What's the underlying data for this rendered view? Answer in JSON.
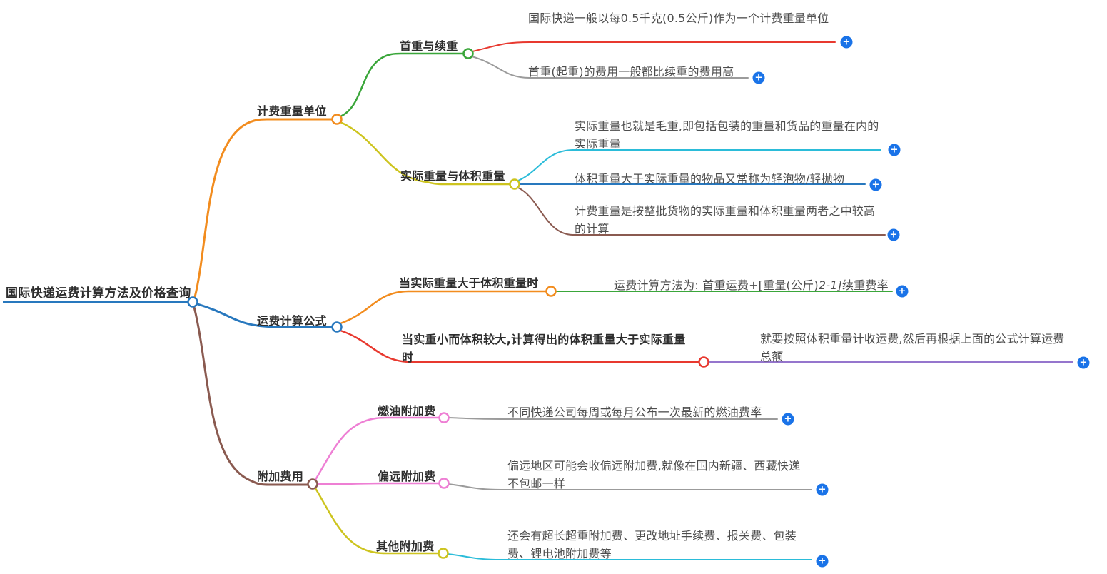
{
  "colors": {
    "blue": "#2878BE",
    "orange": "#F28C1E",
    "green": "#3AA63A",
    "red": "#E8392F",
    "gray": "#9B9B9B",
    "yellow": "#CDC41F",
    "cyan": "#2BBCD9",
    "brown": "#8A5A50",
    "purple": "#9575CD",
    "pink": "#EE7FD4",
    "plus_button": "#1A73E8",
    "label_text": "#2D2D2D",
    "leaf_text": "#4D4D4D"
  },
  "icons": {
    "plus": "+"
  },
  "mindmap": {
    "root": {
      "label": "国际快递运费计算方法及价格查询"
    },
    "branches": [
      {
        "label": "计费重量单位",
        "children": [
          {
            "label": "首重与续重",
            "leaves": [
              {
                "text": "国际快递一般以每0.5千克(0.5公斤)作为一个计费重量单位"
              },
              {
                "text": "首重(起重)的费用一般都比续重的费用高"
              }
            ]
          },
          {
            "label": "实际重量与体积重量",
            "leaves": [
              {
                "text": "实际重量也就是毛重,即包括包装的重量和货品的重量在内的实际重量"
              },
              {
                "text": "体积重量大于实际重量的物品又常称为轻泡物/轻抛物"
              },
              {
                "text": "计费重量是按整批货物的实际重量和体积重量两者之中较高的计算"
              }
            ]
          }
        ]
      },
      {
        "label": "运费计算公式",
        "children": [
          {
            "label": "当实际重量大于体积重量时",
            "leaves": [
              {
                "text_prefix": "运费计算方法为: 首重运费+[重量(公斤)",
                "text_italic": "2-1]",
                "text_suffix": "续重费率"
              }
            ]
          },
          {
            "label": "当实重小而体积较大,计算得出的体积重量大于实际重量时",
            "leaves": [
              {
                "text": "就要按照体积重量计收运费,然后再根据上面的公式计算运费总额"
              }
            ]
          }
        ]
      },
      {
        "label": "附加费用",
        "children": [
          {
            "label": "燃油附加费",
            "leaves": [
              {
                "text": "不同快递公司每周或每月公布一次最新的燃油费率"
              }
            ]
          },
          {
            "label": "偏远附加费",
            "leaves": [
              {
                "text": "偏远地区可能会收偏远附加费,就像在国内新疆、西藏快递不包邮一样"
              }
            ]
          },
          {
            "label": "其他附加费",
            "leaves": [
              {
                "text": "还会有超长超重附加费、更改地址手续费、报关费、包装费、锂电池附加费等"
              }
            ]
          }
        ]
      }
    ]
  }
}
